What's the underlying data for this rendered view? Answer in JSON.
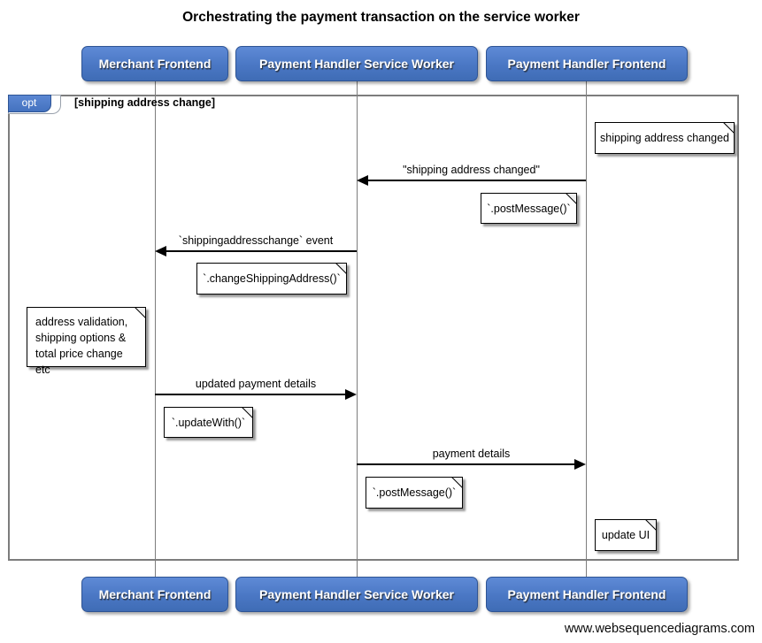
{
  "title": "Orchestrating the payment transaction on the service worker",
  "watermark": "www.websequencediagrams.com",
  "frame": {
    "operator": "opt",
    "condition": "[shipping address change]"
  },
  "actors": [
    {
      "label": "Merchant Frontend"
    },
    {
      "label": "Payment Handler Service Worker"
    },
    {
      "label": "Payment Handler Frontend"
    }
  ],
  "messages": [
    {
      "label": "\"shipping address changed\"",
      "from": "Payment Handler Frontend",
      "to": "Payment Handler Service Worker",
      "direction": "left"
    },
    {
      "label": "`shippingaddresschange` event",
      "from": "Payment Handler Service Worker",
      "to": "Merchant Frontend",
      "direction": "left"
    },
    {
      "label": "updated payment details",
      "from": "Merchant Frontend",
      "to": "Payment Handler Service Worker",
      "direction": "right"
    },
    {
      "label": "payment details",
      "from": "Payment Handler Service Worker",
      "to": "Payment Handler Frontend",
      "direction": "right"
    }
  ],
  "notes": [
    {
      "text": "shipping address changed",
      "anchor": "Payment Handler Frontend"
    },
    {
      "text": "`.postMessage()`",
      "anchor": "Payment Handler Frontend"
    },
    {
      "text": "`.changeShippingAddress()`",
      "anchor": "Payment Handler Service Worker"
    },
    {
      "lines": [
        "address validation,",
        "shipping options &",
        "total price change etc"
      ],
      "anchor": "Merchant Frontend"
    },
    {
      "text": "`.updateWith()`",
      "anchor": "Merchant Frontend"
    },
    {
      "text": "`.postMessage()`",
      "anchor": "Payment Handler Service Worker"
    },
    {
      "text": "update UI",
      "anchor": "Payment Handler Frontend"
    }
  ],
  "colors": {
    "actor_fill_top": "#5e8ad6",
    "actor_fill_bottom": "#3f6cb5",
    "actor_border": "#2e5494",
    "frame_border": "#7d7d7d",
    "lifeline": "#7d7d7d",
    "arrow": "#000000",
    "note_background": "#ffffff",
    "note_border": "#000000",
    "text": "#000000"
  }
}
